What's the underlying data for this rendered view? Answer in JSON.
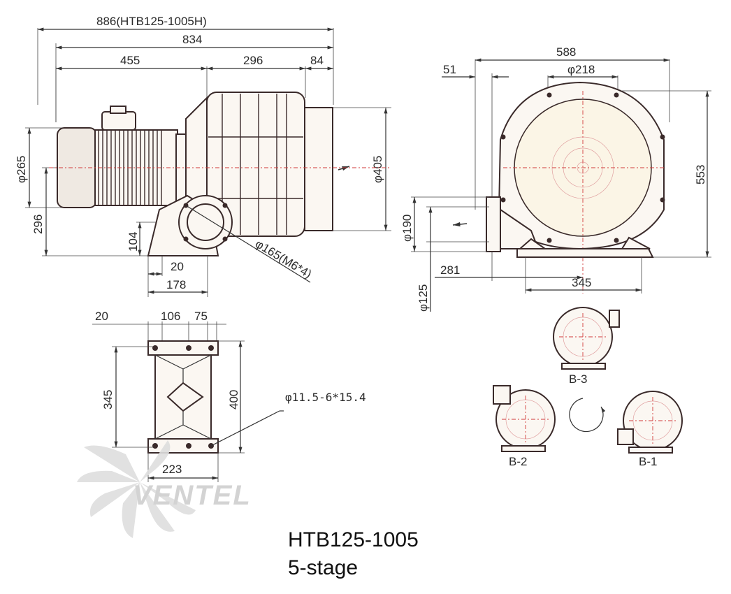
{
  "dimensions": {
    "side_overall": "886(HTB125-1005H)",
    "side_834": "834",
    "side_455": "455",
    "side_296": "296",
    "side_84": "84",
    "side_phi265": "φ265",
    "side_phi405": "φ405",
    "side_296v": "296",
    "side_104": "104",
    "side_20": "20",
    "side_178": "178",
    "side_flange": "φ165(M6*4)",
    "front_588": "588",
    "front_51": "51",
    "front_phi218": "φ218",
    "front_553": "553",
    "front_phi190": "φ190",
    "front_281": "281",
    "front_345": "345",
    "front_phi125": "φ125",
    "base_20": "20",
    "base_106": "106",
    "base_75": "75",
    "base_345": "345",
    "base_400": "400",
    "base_223": "223",
    "base_holes": "φ11.5-6*15.4"
  },
  "orientations": {
    "b3": "B-3",
    "b2": "B-2",
    "b1": "B-1"
  },
  "logo": {
    "text": "VENTEL"
  },
  "caption": {
    "model": "HTB125-1005",
    "stages": "5-stage"
  },
  "colors": {
    "line": "#333333",
    "centerline": "#d23a3a",
    "logo_gray": "#cfcfcf",
    "logo_blue": "#8ec8ec"
  }
}
